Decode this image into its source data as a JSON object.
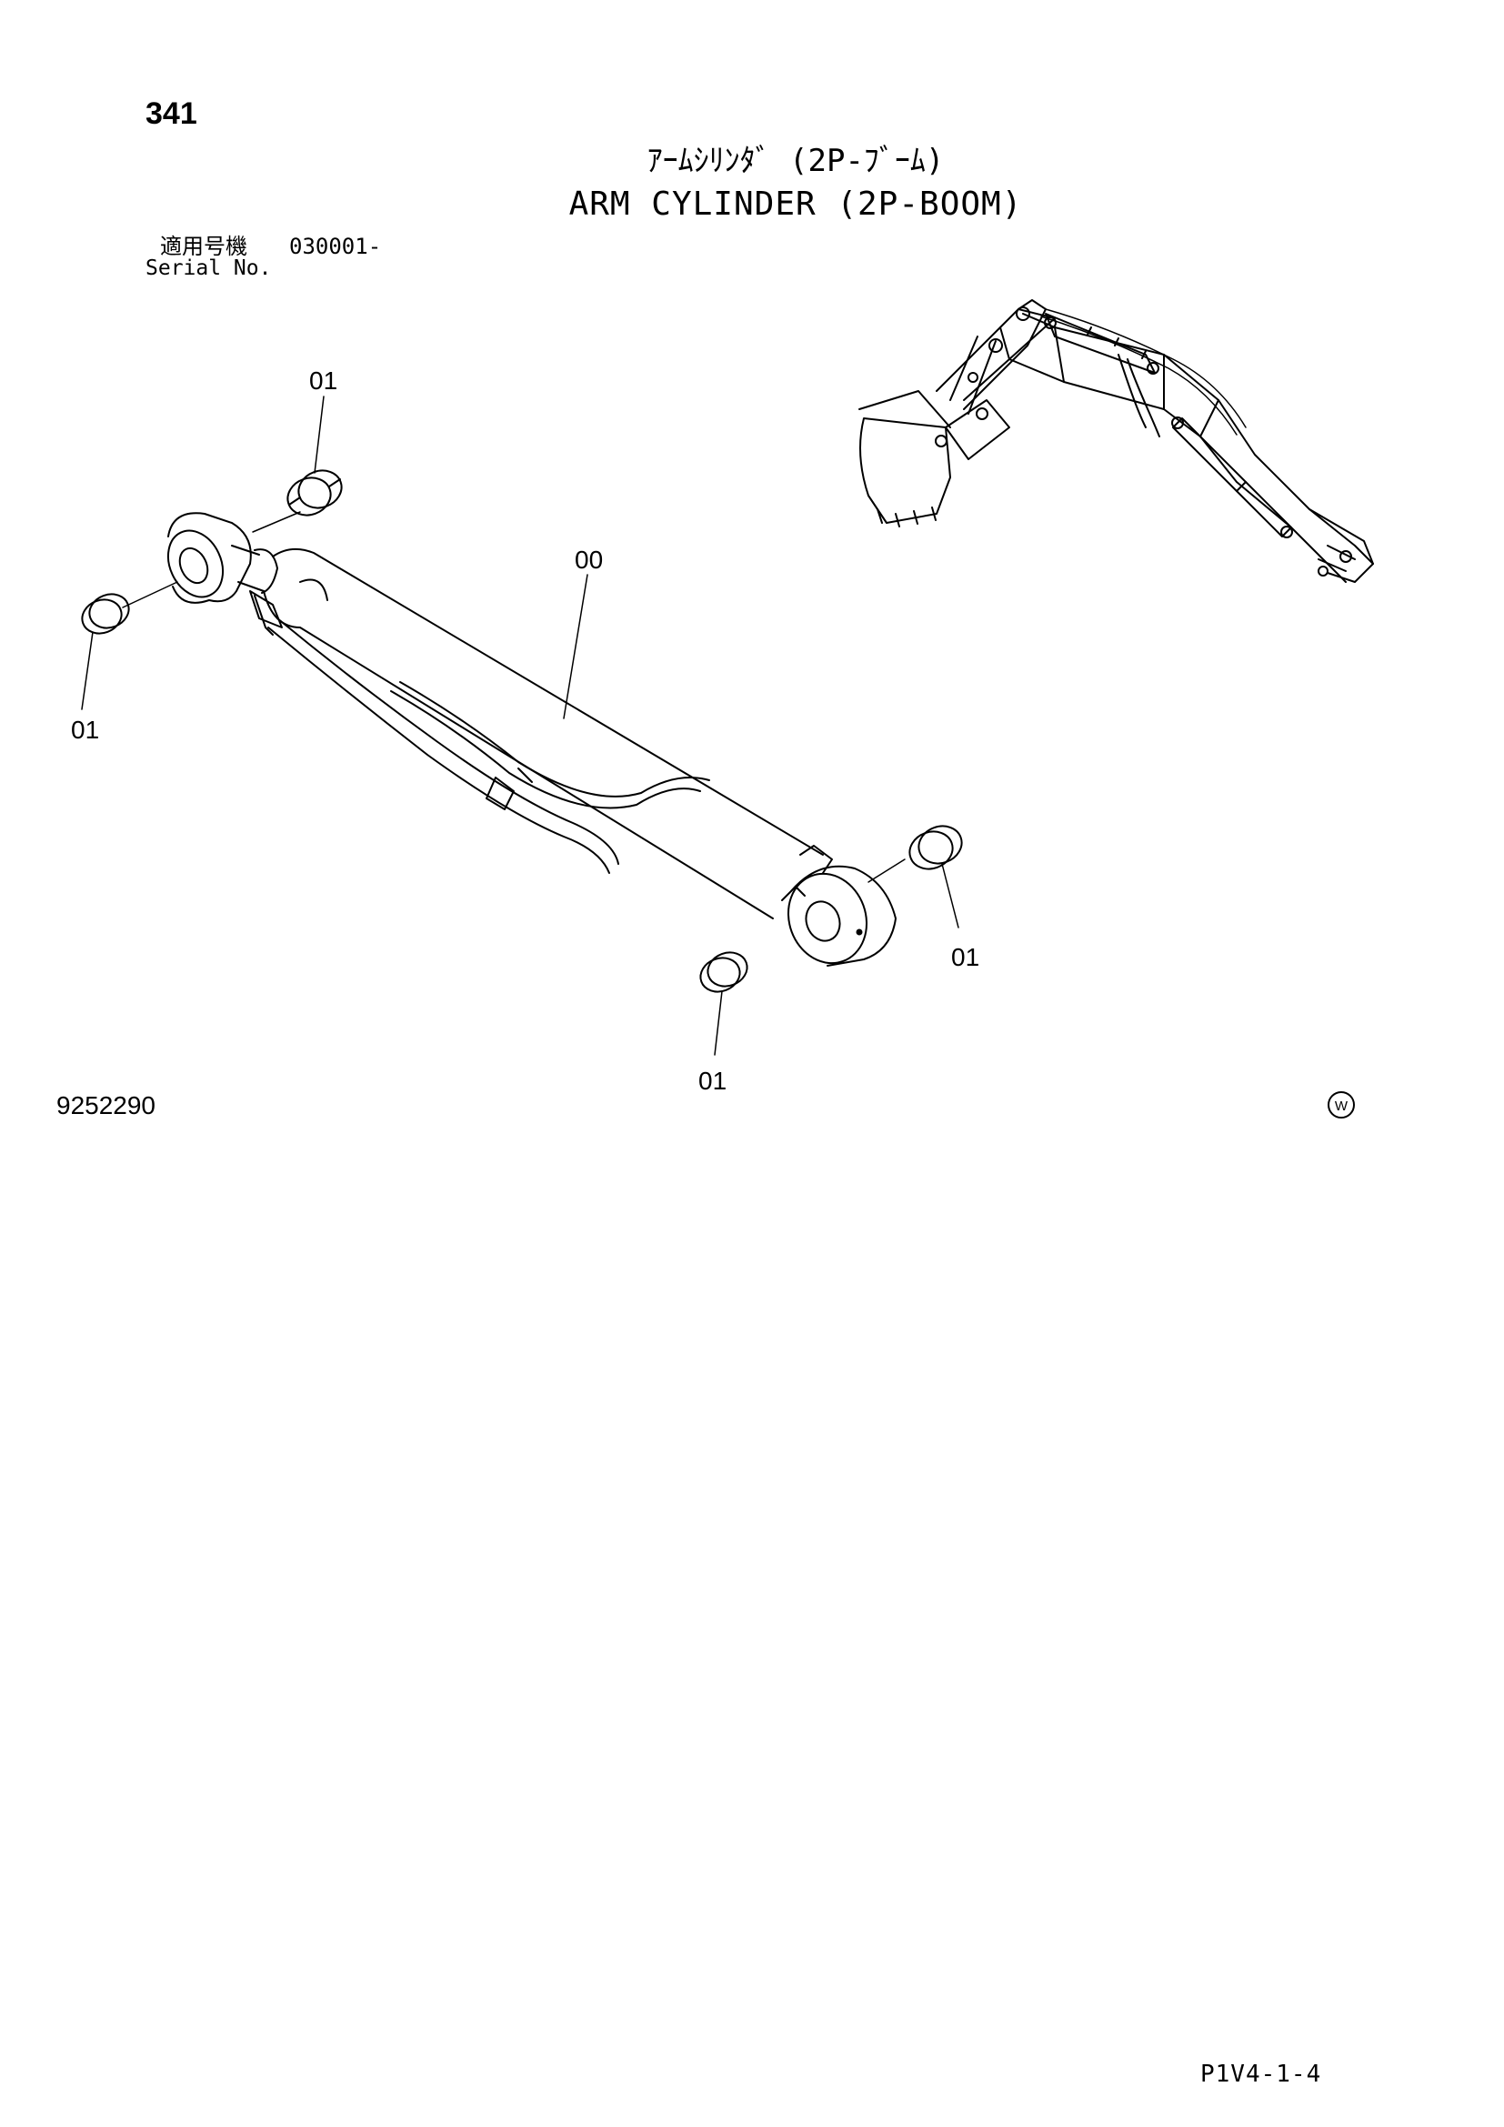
{
  "header": {
    "page_number": "341",
    "title_jp": "ｱｰﾑｼﾘﾝﾀﾞ (2P-ﾌﾞｰﾑ)",
    "title_en": "ARM CYLINDER (2P-BOOM)",
    "serial_jp_label": "適用号機",
    "serial_value": "030001-",
    "serial_en_label": "Serial No."
  },
  "callouts": {
    "ring_top_left": "01",
    "ring_left": "01",
    "cylinder": "00",
    "ring_right": "01",
    "ring_bottom": "01"
  },
  "footer": {
    "drawing_number": "9252290",
    "mark": "W",
    "page_code": "P1V4-1-4"
  }
}
